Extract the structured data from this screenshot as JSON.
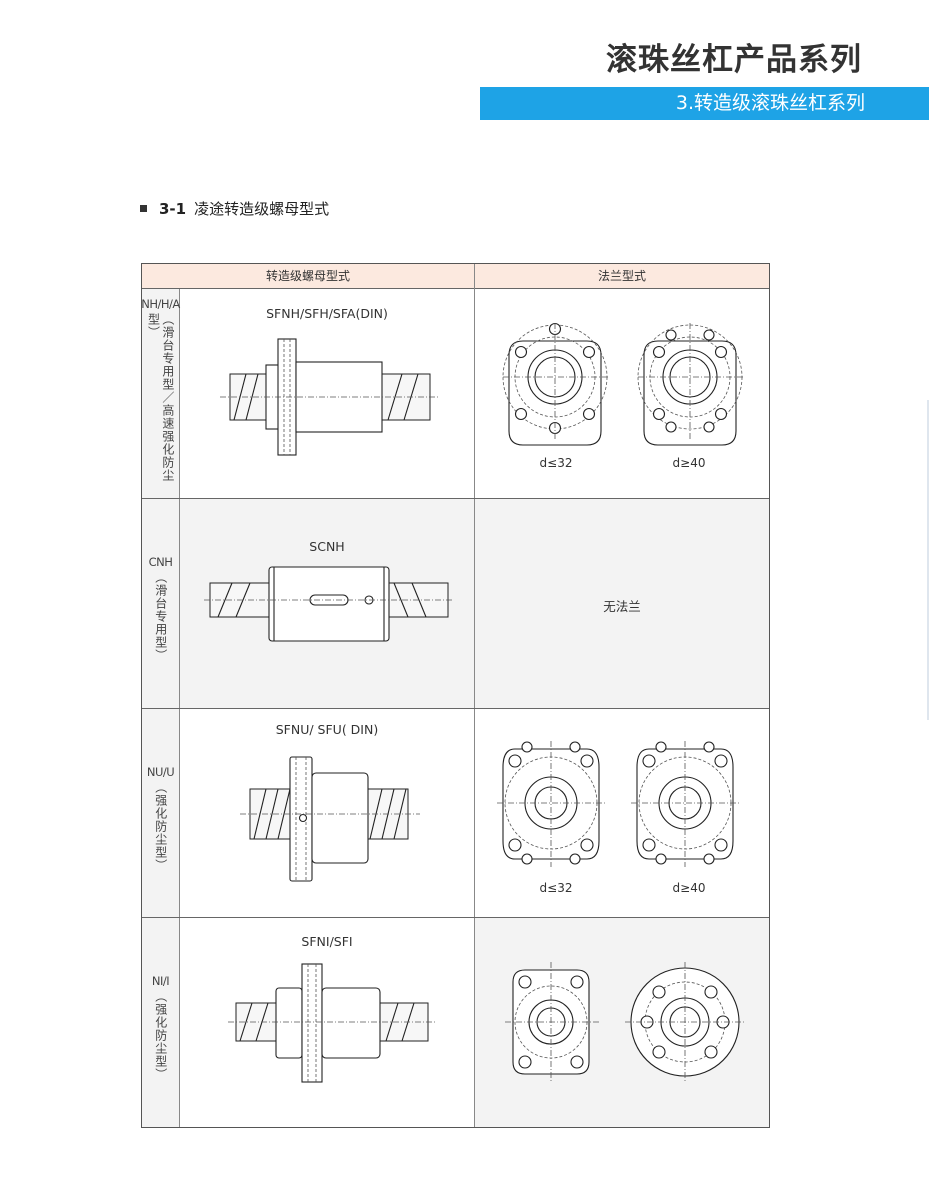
{
  "header": {
    "title": "滚珠丝杠产品系列",
    "subtitle": "3.转造级滚珠丝杠系列"
  },
  "section": {
    "number": "3-1",
    "title": "凌途转造级螺母型式"
  },
  "table": {
    "col_nut": "转造级螺母型式",
    "col_flange": "法兰型式",
    "rows": [
      {
        "code": "NH/H/A",
        "desc": "（滑台专用型／高速强化防尘型）",
        "model": "SFNH/SFH/SFA(DIN)",
        "flange_small": "d≤32",
        "flange_large": "d≥40"
      },
      {
        "code": "CNH",
        "desc": "（滑台专用型）",
        "model": "SCNH",
        "no_flange": "无法兰"
      },
      {
        "code": "NU/U",
        "desc": "（强化防尘型）",
        "model": "SFNU/ SFU( DIN)",
        "flange_small": "d≤32",
        "flange_large": "d≥40"
      },
      {
        "code": "NI/I",
        "desc": "（强化防尘型）",
        "model": "SFNI/SFI"
      }
    ]
  }
}
